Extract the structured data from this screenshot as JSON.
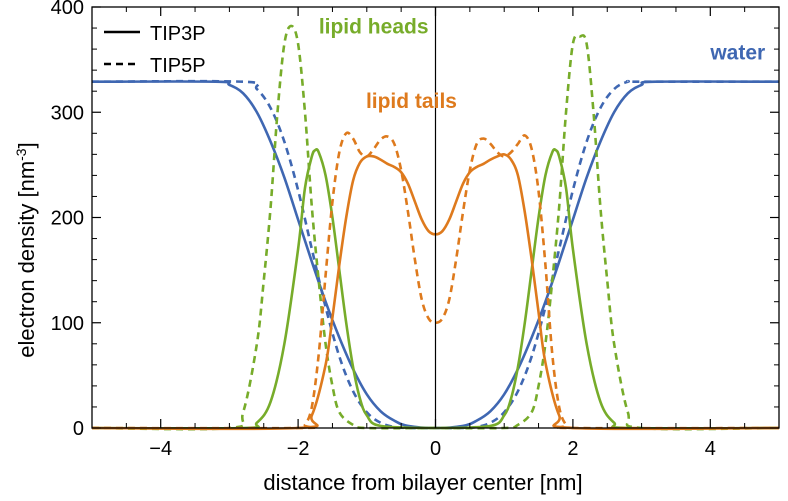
{
  "chart_data": {
    "type": "line",
    "title": "",
    "xlabel": "distance from bilayer center  [nm]",
    "ylabel_main": "electron density  [nm",
    "ylabel_sup": "-3",
    "ylabel_close": "]",
    "xlim": [
      -5,
      5
    ],
    "ylim": [
      0,
      400
    ],
    "x_ticks": [
      -4,
      -2,
      0,
      2,
      4
    ],
    "x_tick_labels": [
      "−4",
      "−2",
      "0",
      "2",
      "4"
    ],
    "y_ticks": [
      0,
      100,
      200,
      300,
      400
    ],
    "y_tick_labels": [
      "0",
      "100",
      "200",
      "300",
      "400"
    ],
    "grid": false,
    "legend": {
      "placement": "top-left",
      "entries": [
        {
          "label": "TIP3P",
          "style": "solid"
        },
        {
          "label": "TIP5P",
          "style": "dashed"
        }
      ]
    },
    "annotations": [
      {
        "text": "lipid heads",
        "color": "#77ac2a",
        "x": -0.9,
        "y": 375
      },
      {
        "text": "lipid tails",
        "color": "#de7a1d",
        "x": -0.35,
        "y": 304
      },
      {
        "text": "water",
        "color": "#3f67b2",
        "x": 4.4,
        "y": 350
      }
    ],
    "colors": {
      "water": "#3f67b2",
      "heads": "#77ac2a",
      "tails": "#de7a1d",
      "center_line": "#000000"
    },
    "series": [
      {
        "group": "water",
        "style": "solid",
        "x": [
          -5,
          -3.2,
          -3.0,
          -2.8,
          -2.6,
          -2.4,
          -2.2,
          -2.0,
          -1.8,
          -1.6,
          -1.4,
          -1.2,
          -1.0,
          -0.8,
          -0.6,
          -0.4,
          0,
          0.4,
          0.6,
          0.8,
          1.0,
          1.2,
          1.4,
          1.6,
          1.8,
          2.0,
          2.2,
          2.4,
          2.6,
          2.8,
          3.0,
          3.2,
          5
        ],
        "y": [
          329,
          329,
          326,
          318,
          300,
          272,
          238,
          198,
          158,
          120,
          86,
          56,
          32,
          16,
          7,
          2,
          0,
          2,
          7,
          16,
          32,
          56,
          86,
          120,
          158,
          198,
          238,
          272,
          300,
          318,
          326,
          329,
          329
        ]
      },
      {
        "group": "water",
        "style": "dashed",
        "x": [
          -5,
          -2.8,
          -2.6,
          -2.4,
          -2.2,
          -2.0,
          -1.8,
          -1.6,
          -1.4,
          -1.2,
          -1.0,
          -0.8,
          -0.6,
          -0.4,
          0,
          0.4,
          0.6,
          0.8,
          1.0,
          1.2,
          1.4,
          1.6,
          1.8,
          2.0,
          2.2,
          2.4,
          2.6,
          2.8,
          3.0,
          5
        ],
        "y": [
          329,
          329,
          322,
          304,
          272,
          226,
          170,
          115,
          68,
          35,
          15,
          5,
          1,
          0,
          0,
          0,
          1,
          5,
          15,
          35,
          68,
          115,
          170,
          226,
          272,
          304,
          322,
          329,
          329,
          329
        ]
      },
      {
        "group": "heads",
        "style": "solid",
        "x": [
          -5,
          -2.8,
          -2.6,
          -2.4,
          -2.2,
          -2.0,
          -1.9,
          -1.8,
          -1.75,
          -1.7,
          -1.6,
          -1.5,
          -1.4,
          -1.3,
          -1.2,
          -1.1,
          -1.0,
          -0.8,
          0,
          0.8,
          1.0,
          1.1,
          1.2,
          1.3,
          1.4,
          1.5,
          1.6,
          1.7,
          1.75,
          1.8,
          1.9,
          2.0,
          2.2,
          2.4,
          2.6,
          2.8,
          5
        ],
        "y": [
          0,
          0,
          5,
          25,
          80,
          170,
          228,
          258,
          264,
          262,
          240,
          200,
          150,
          100,
          58,
          28,
          12,
          2,
          0,
          2,
          12,
          28,
          58,
          100,
          150,
          200,
          240,
          262,
          264,
          258,
          228,
          170,
          80,
          25,
          5,
          0,
          0
        ]
      },
      {
        "group": "heads",
        "style": "dashed",
        "x": [
          -5,
          -3.0,
          -2.8,
          -2.6,
          -2.5,
          -2.4,
          -2.3,
          -2.2,
          -2.1,
          -2.0,
          -1.9,
          -1.8,
          -1.7,
          -1.6,
          -1.5,
          -1.4,
          -1.2,
          -1.0,
          0,
          1.0,
          1.2,
          1.4,
          1.5,
          1.6,
          1.7,
          1.8,
          1.9,
          2.0,
          2.1,
          2.2,
          2.3,
          2.4,
          2.5,
          2.6,
          2.8,
          3.0,
          5
        ],
        "y": [
          0,
          0,
          15,
          80,
          140,
          210,
          300,
          365,
          382,
          365,
          300,
          210,
          140,
          80,
          40,
          15,
          3,
          0,
          0,
          0,
          3,
          15,
          40,
          80,
          140,
          210,
          300,
          365,
          372,
          365,
          300,
          210,
          140,
          80,
          15,
          0,
          0
        ]
      },
      {
        "group": "tails",
        "style": "solid",
        "x": [
          -5,
          -2.0,
          -1.8,
          -1.6,
          -1.5,
          -1.4,
          -1.3,
          -1.2,
          -1.1,
          -1.0,
          -0.9,
          -0.8,
          -0.7,
          -0.6,
          -0.5,
          -0.4,
          -0.3,
          -0.2,
          -0.1,
          0,
          0.1,
          0.2,
          0.3,
          0.4,
          0.5,
          0.6,
          0.7,
          0.8,
          0.9,
          1.0,
          1.1,
          1.2,
          1.3,
          1.4,
          1.5,
          1.6,
          1.8,
          2.0,
          5
        ],
        "y": [
          0,
          0,
          12,
          60,
          105,
          155,
          200,
          235,
          252,
          258,
          258,
          255,
          251,
          248,
          243,
          232,
          215,
          198,
          187,
          184,
          187,
          198,
          215,
          232,
          243,
          248,
          251,
          255,
          258,
          260,
          255,
          240,
          205,
          160,
          110,
          62,
          12,
          0,
          0
        ]
      },
      {
        "group": "tails",
        "style": "dashed",
        "x": [
          -5,
          -2.0,
          -1.9,
          -1.8,
          -1.7,
          -1.6,
          -1.5,
          -1.4,
          -1.3,
          -1.2,
          -1.1,
          -1.0,
          -0.9,
          -0.8,
          -0.7,
          -0.6,
          -0.5,
          -0.4,
          -0.3,
          -0.2,
          -0.1,
          0,
          0.1,
          0.2,
          0.3,
          0.4,
          0.5,
          0.6,
          0.7,
          0.8,
          0.9,
          1.0,
          1.1,
          1.2,
          1.3,
          1.4,
          1.5,
          1.6,
          1.7,
          1.8,
          1.9,
          2.0,
          5
        ],
        "y": [
          0,
          0,
          3,
          20,
          70,
          145,
          215,
          262,
          280,
          275,
          262,
          258,
          265,
          274,
          277,
          270,
          245,
          205,
          160,
          122,
          104,
          100,
          104,
          122,
          160,
          205,
          245,
          270,
          275,
          270,
          262,
          258,
          262,
          270,
          278,
          265,
          225,
          155,
          70,
          20,
          3,
          0,
          0
        ]
      }
    ]
  }
}
